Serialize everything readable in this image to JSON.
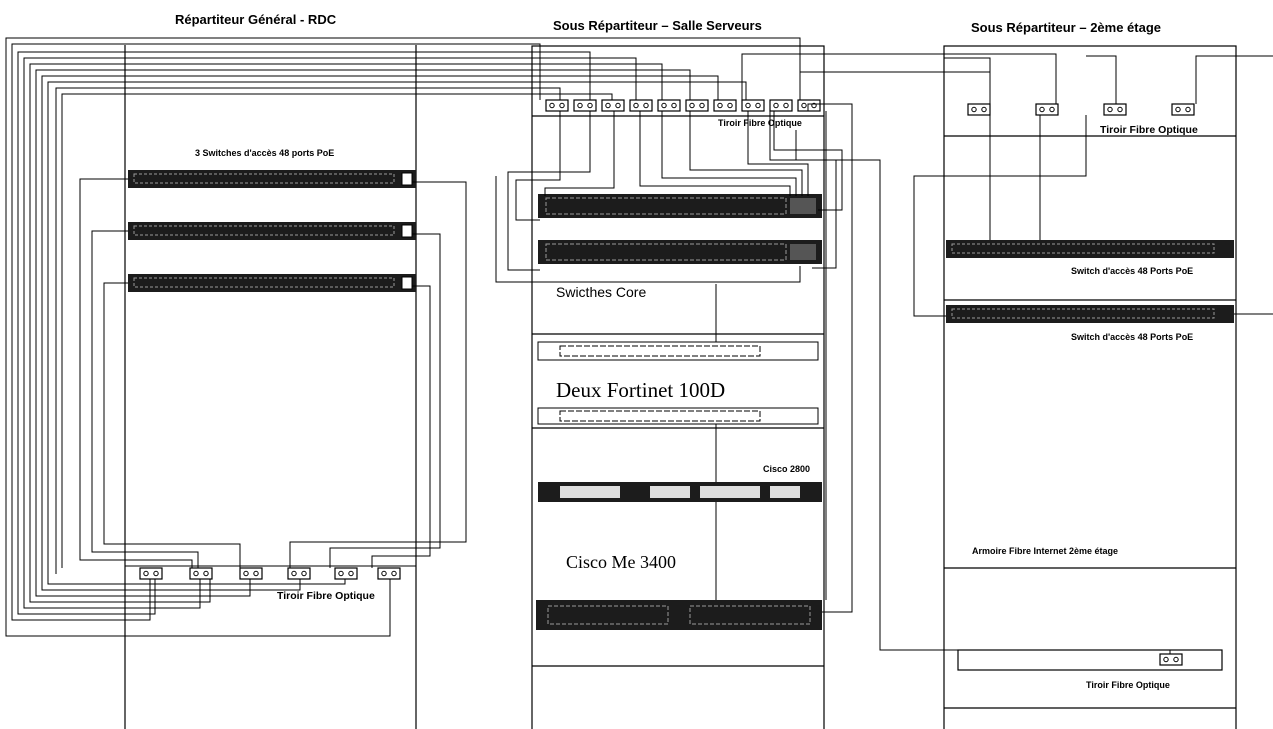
{
  "racks": {
    "rdc": {
      "title": "Répartiteur Général - RDC",
      "switches_label": "3 Switches d'accès 48 ports PoE",
      "fiber_label": "Tiroir Fibre Optique"
    },
    "serveurs": {
      "title": "Sous Répartiteur – Salle Serveurs",
      "fiber_label": "Tiroir Fibre Optique",
      "core_label": "Swicthes Core",
      "fortinet_label": "Deux Fortinet 100D",
      "cisco2800_label": "Cisco 2800",
      "me3400_label": "Cisco Me 3400"
    },
    "etage2": {
      "title": "Sous Répartiteur – 2ème étage",
      "fiber_label": "Tiroir Fibre Optique",
      "switch1_label": "Switch d'accès 48 Ports PoE",
      "switch2_label": "Switch d'accès 48 Ports PoE",
      "internet_cabinet_label": "Armoire Fibre Internet 2ème étage",
      "internet_fiber_label": "Tiroir Fibre Optique"
    }
  },
  "colors": {
    "line": "#000000",
    "device_fill": "#1c1c1c",
    "device_port": "#9a9a9a"
  }
}
